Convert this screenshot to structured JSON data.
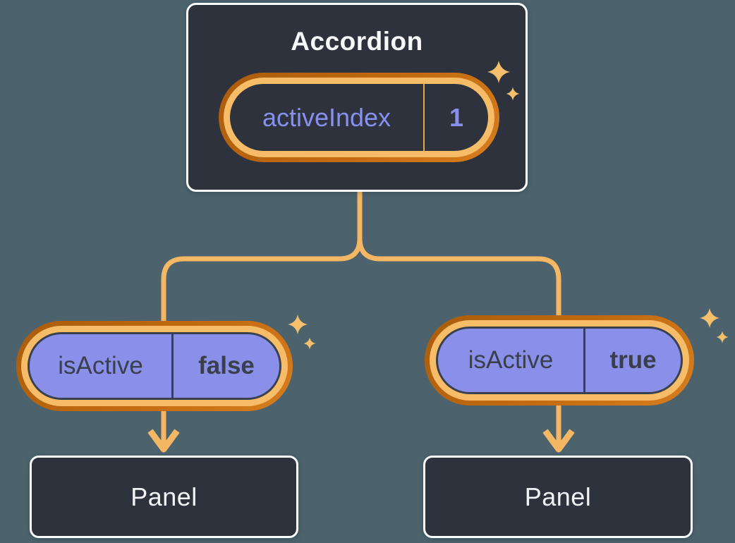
{
  "diagram": {
    "accordion": {
      "title": "Accordion",
      "state_pill": {
        "label": "activeIndex",
        "value": "1"
      }
    },
    "children": [
      {
        "prop_pill": {
          "label": "isActive",
          "value": "false"
        },
        "panel_label": "Panel"
      },
      {
        "prop_pill": {
          "label": "isActive",
          "value": "true"
        },
        "panel_label": "Panel"
      }
    ],
    "icons": [
      "sparkle-icon",
      "arrow-down-icon"
    ],
    "colors": {
      "background": "#4C636D",
      "box_fill": "#2D323D",
      "box_border": "#FCFDFD",
      "connector_orange": "#F4B763",
      "ring_light_orange": "#F7BC67",
      "ring_dark_orange": "#C46B12",
      "pill_purple": "#8A90EA",
      "pill_dark_border": "#3A414E",
      "state_text_periwinkle": "#8890EE",
      "prop_text_dark": "#39404C",
      "sparkle": "#F6BF6C",
      "state_divider": "#E7A74E"
    }
  }
}
